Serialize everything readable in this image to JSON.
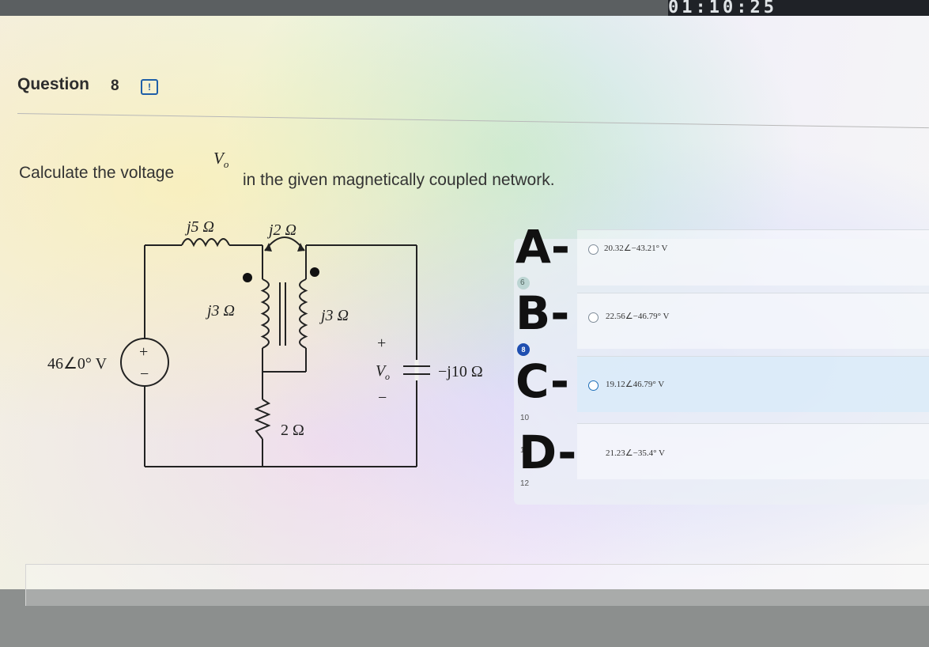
{
  "timer_text": "01:10:25",
  "question": {
    "label": "Question",
    "number": "8",
    "flag_icon": "report-icon",
    "prompt_before": "Calculate the voltage",
    "variable": "V",
    "variable_sub": "o",
    "prompt_after": "in the given magnetically coupled network."
  },
  "circuit": {
    "source": "46∠0° V",
    "source_plus": "+",
    "source_minus": "−",
    "l1": "j5 Ω",
    "m": "j2 Ω",
    "l2": "j3 Ω",
    "l3": "j3 Ω",
    "r": "2 Ω",
    "cap": "−j10 Ω",
    "vo": "V",
    "vo_sub": "o",
    "vo_plus": "+",
    "vo_minus": "−"
  },
  "choices": [
    {
      "letter": "A-",
      "text": "20.32∠−43.21° V"
    },
    {
      "letter": "B-",
      "text": "22.56∠−46.79° V"
    },
    {
      "letter": "C-",
      "text": "19.12∠46.79° V"
    },
    {
      "letter": "D-",
      "text": "21.23∠−35.4° V"
    }
  ],
  "side_numbers": [
    "6",
    "8",
    "10",
    "1",
    "12"
  ],
  "colors": {
    "accent": "#1f5fa8",
    "badge_green": "#3f8f7a",
    "badge_blue": "#1f4fb0"
  }
}
